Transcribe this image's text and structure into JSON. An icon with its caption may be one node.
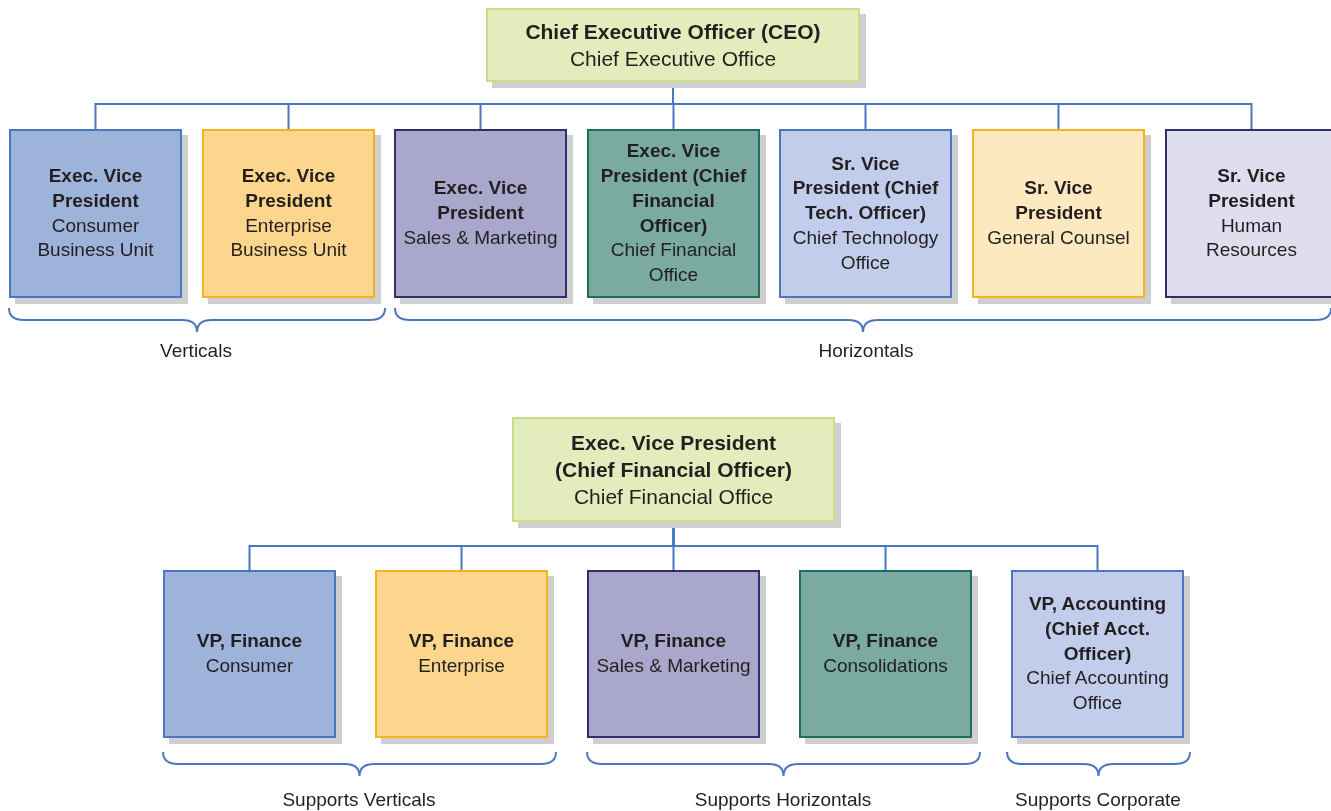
{
  "diagram": {
    "nodes": [
      {
        "text": [
          "Chief Executive Officer (CEO)",
          "Chief Executive Office"
        ]
      },
      {
        "text": [
          "Exec. Vice President",
          "Consumer Business Unit"
        ]
      },
      {
        "text": [
          "Exec. Vice President",
          "Enterprise Business Unit"
        ]
      },
      {
        "text": [
          "Exec. Vice President",
          "Sales & Marketing"
        ]
      },
      {
        "text": [
          "Exec. Vice President (Chief Financial Officer)",
          "Chief Financial Office"
        ]
      },
      {
        "text": [
          "Sr. Vice President (Chief Tech. Officer)",
          "Chief Technology Office"
        ]
      },
      {
        "text": [
          "Sr. Vice President",
          "General Counsel"
        ]
      },
      {
        "text": [
          "Sr. Vice President",
          "Human Resources"
        ]
      },
      {
        "text": [
          "Exec. Vice President (Chief Financial Officer)",
          "Chief Financial Office"
        ]
      },
      {
        "text": [
          "VP, Finance",
          "Consumer"
        ]
      },
      {
        "text": [
          "VP, Finance",
          "Enterprise"
        ]
      },
      {
        "text": [
          "VP, Finance",
          "Sales & Marketing"
        ]
      },
      {
        "text": [
          "VP, Finance",
          "Consolidations"
        ]
      },
      {
        "text": [
          "VP, Accounting (Chief Acct. Officer)",
          "Chief Accounting Office"
        ]
      }
    ],
    "edges": [
      {
        "from": 0,
        "to": 1,
        "arrow": "none"
      },
      {
        "from": 0,
        "to": 2,
        "arrow": "none"
      },
      {
        "from": 0,
        "to": 3,
        "arrow": "none"
      },
      {
        "from": 0,
        "to": 4,
        "arrow": "none"
      },
      {
        "from": 0,
        "to": 5,
        "arrow": "none"
      },
      {
        "from": 0,
        "to": 6,
        "arrow": "none"
      },
      {
        "from": 0,
        "to": 7,
        "arrow": "none"
      },
      {
        "from": 8,
        "to": 9,
        "arrow": "none"
      },
      {
        "from": 8,
        "to": 10,
        "arrow": "none"
      },
      {
        "from": 8,
        "to": 11,
        "arrow": "none"
      },
      {
        "from": 8,
        "to": 12,
        "arrow": "none"
      },
      {
        "from": 8,
        "to": 13,
        "arrow": "none"
      }
    ],
    "labels": [
      "Verticals",
      "Horizontals",
      "Supports Verticals",
      "Supports Horizontals",
      "Supports Corporate"
    ]
  }
}
